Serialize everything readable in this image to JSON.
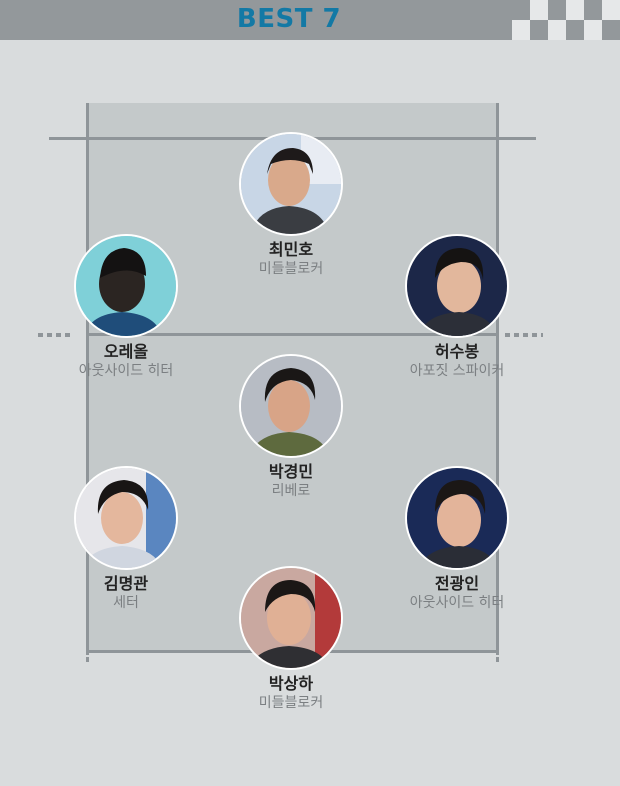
{
  "header": {
    "title": "BEST 7"
  },
  "players": [
    {
      "name": "최민호",
      "position": "미들블로커"
    },
    {
      "name": "오레올",
      "position": "아웃사이드 히터"
    },
    {
      "name": "허수봉",
      "position": "아포짓 스파이커"
    },
    {
      "name": "박경민",
      "position": "리베로"
    },
    {
      "name": "김명관",
      "position": "세터"
    },
    {
      "name": "전광인",
      "position": "아웃사이드 히터"
    },
    {
      "name": "박상하",
      "position": "미들블로커"
    }
  ],
  "colors": {
    "accent": "#1379a5",
    "header_bg": "#93989b",
    "page_bg": "#d9dcdd",
    "court": "#c4c9ca"
  }
}
